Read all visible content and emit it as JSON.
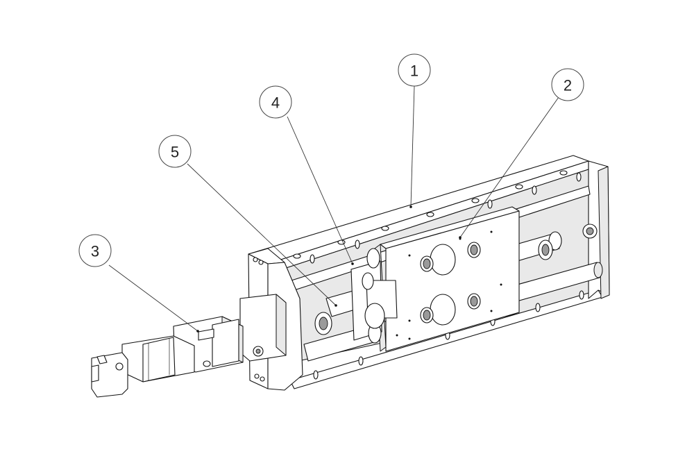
{
  "callouts": [
    {
      "id": "1",
      "label": "1"
    },
    {
      "id": "2",
      "label": "2"
    },
    {
      "id": "3",
      "label": "3"
    },
    {
      "id": "4",
      "label": "4"
    },
    {
      "id": "5",
      "label": "5"
    }
  ],
  "colors": {
    "line": "#111111",
    "background": "#ffffff",
    "callout_stroke": "#444444"
  }
}
